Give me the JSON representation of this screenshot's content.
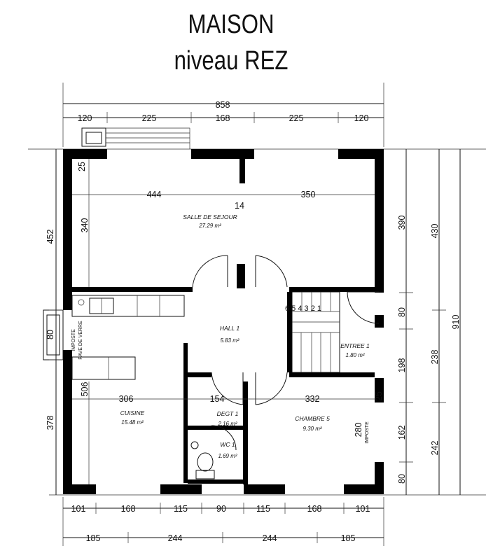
{
  "title": {
    "line1": "MAISON",
    "line2": "niveau REZ"
  },
  "dims": {
    "top_total": "858",
    "top_segments": [
      "120",
      "225",
      "168",
      "225",
      "120"
    ],
    "bottom_1": [
      "101",
      "168",
      "115",
      "90",
      "115",
      "168",
      "101"
    ],
    "bottom_2": [
      "185",
      "244",
      "244",
      "185"
    ],
    "left": [
      "452",
      "80",
      "378"
    ],
    "inner_left": [
      "25",
      "340",
      "506"
    ],
    "right_inner": [
      "390",
      "80",
      "198",
      "162",
      "80"
    ],
    "right_outer": [
      "430",
      "238",
      "242"
    ],
    "right_total": "910",
    "inner_top": [
      "444",
      "350"
    ],
    "inner_mid": [
      "306",
      "154",
      "332"
    ],
    "misc": {
      "wc_25": "25",
      "chambre_280": "280",
      "stair_steps": "6 5 4 3 2 1"
    }
  },
  "rooms": {
    "sejour": {
      "number": "14",
      "name": "SALLE DE SEJOUR",
      "area": "27.29 m²"
    },
    "hall": {
      "name": "HALL 1",
      "area": "5.83 m²"
    },
    "entree": {
      "name": "ENTREE 1",
      "area": "1.80 m²"
    },
    "cuisine": {
      "name": "CUISINE",
      "area": "15.48 m²"
    },
    "degt": {
      "name": "DEGT 1",
      "area": "2.16 m²"
    },
    "wc": {
      "name": "WC 1",
      "area": "1.69 m²"
    },
    "chambre": {
      "name": "CHAMBRE 5",
      "area": "9.30 m²"
    }
  },
  "labels": {
    "imposte_left_1": "IMPOSTE",
    "imposte_left_2": "PAVE DE VERRE",
    "imposte_right": "IMPOSTE"
  }
}
